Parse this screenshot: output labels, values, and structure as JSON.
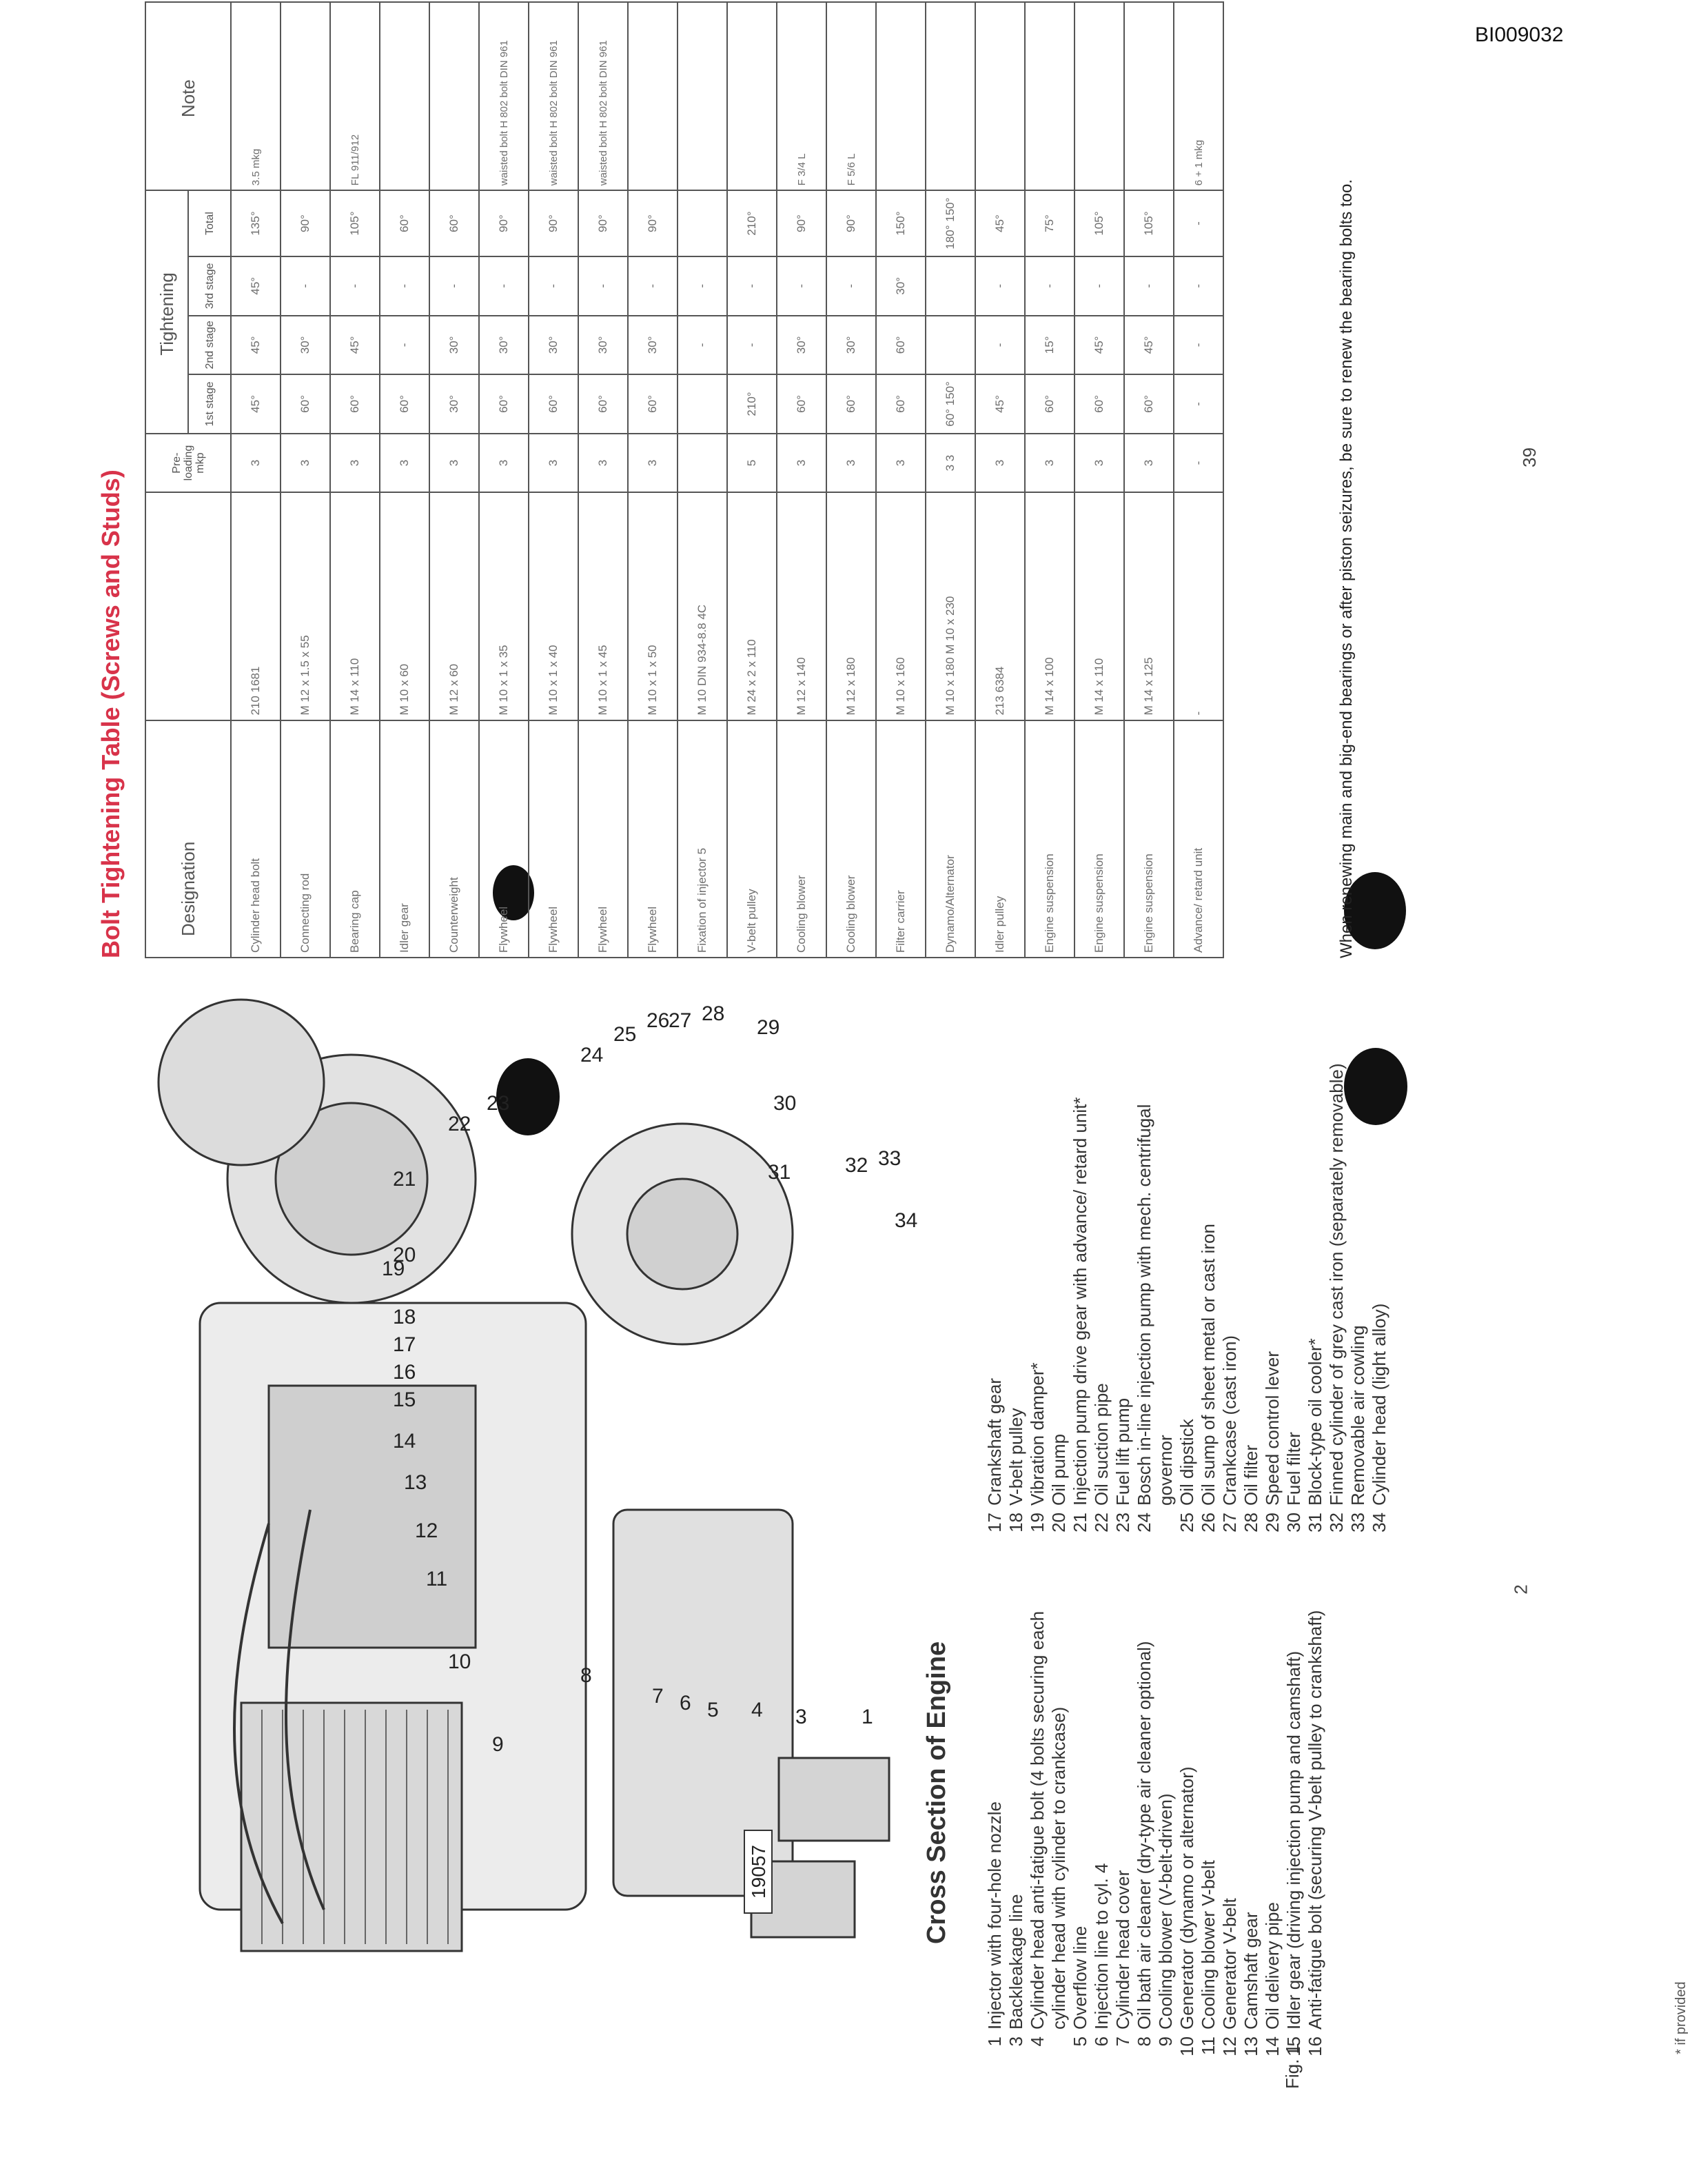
{
  "doc_id": "BI009032",
  "page_numbers": {
    "left": "2",
    "right": "39"
  },
  "table": {
    "title": "Bolt Tightening Table (Screws and Studs)",
    "headers": {
      "designation": "Designation",
      "preloading": "Pre-loading mkp",
      "tightening": "Tightening",
      "stage1": "1st stage",
      "stage2": "2nd stage",
      "stage3": "3rd stage",
      "total": "Total",
      "note": "Note"
    },
    "rows": [
      {
        "designation": "Cylinder head bolt",
        "size": "210 1681",
        "pre": "3",
        "s1": "45°",
        "s2": "45°",
        "s3": "45°",
        "total": "135°",
        "note": "3.5 mkg"
      },
      {
        "designation": "Connecting rod",
        "size": "M 12 x 1.5 x 55",
        "pre": "3",
        "s1": "60°",
        "s2": "30°",
        "s3": "-",
        "total": "90°",
        "note": ""
      },
      {
        "designation": "Bearing cap",
        "size": "M 14 x 110",
        "pre": "3",
        "s1": "60°",
        "s2": "45°",
        "s3": "-",
        "total": "105°",
        "note": "FL 911/912"
      },
      {
        "designation": "Idler gear",
        "size": "M 10 x 60",
        "pre": "3",
        "s1": "60°",
        "s2": "-",
        "s3": "-",
        "total": "60°",
        "note": ""
      },
      {
        "designation": "Counterweight",
        "size": "M 12 x 60",
        "pre": "3",
        "s1": "30°",
        "s2": "30°",
        "s3": "-",
        "total": "60°",
        "note": ""
      },
      {
        "designation": "Flywheel",
        "size": "M 10 x 1 x 35",
        "pre": "3",
        "s1": "60°",
        "s2": "30°",
        "s3": "-",
        "total": "90°",
        "note": "waisted bolt H 802 bolt DIN 961"
      },
      {
        "designation": "Flywheel",
        "size": "M 10 x 1 x 40",
        "pre": "3",
        "s1": "60°",
        "s2": "30°",
        "s3": "-",
        "total": "90°",
        "note": "waisted bolt H 802 bolt DIN 961"
      },
      {
        "designation": "Flywheel",
        "size": "M 10 x 1 x 45",
        "pre": "3",
        "s1": "60°",
        "s2": "30°",
        "s3": "-",
        "total": "90°",
        "note": "waisted bolt H 802 bolt DIN 961"
      },
      {
        "designation": "Flywheel",
        "size": "M 10 x 1 x 50",
        "pre": "3",
        "s1": "60°",
        "s2": "30°",
        "s3": "-",
        "total": "90°",
        "note": ""
      },
      {
        "designation": "Fixation of injector 5",
        "size": "M 10 DIN 934-8.8 4C",
        "pre": "",
        "s1": "",
        "s2": "-",
        "s3": "-",
        "total": "",
        "note": ""
      },
      {
        "designation": "V-belt pulley",
        "size": "M 24 x 2 x 110",
        "pre": "5",
        "s1": "210°",
        "s2": "-",
        "s3": "-",
        "total": "210°",
        "note": ""
      },
      {
        "designation": "Cooling blower",
        "size": "M 12 x 140",
        "pre": "3",
        "s1": "60°",
        "s2": "30°",
        "s3": "-",
        "total": "90°",
        "note": "F 3/4 L"
      },
      {
        "designation": "Cooling blower",
        "size": "M 12 x 180",
        "pre": "3",
        "s1": "60°",
        "s2": "30°",
        "s3": "-",
        "total": "90°",
        "note": "F 5/6 L"
      },
      {
        "designation": "Filter carrier",
        "size": "M 10 x 160",
        "pre": "3",
        "s1": "60°",
        "s2": "60°",
        "s3": "30°",
        "total": "150°",
        "note": ""
      },
      {
        "designation": "Dynamo/Alternator",
        "size": "M 10 x 180 M 10 x 230",
        "pre": "3 3",
        "s1": "60° 150°",
        "s2": "",
        "s3": "",
        "total": "180° 150°",
        "note": ""
      },
      {
        "designation": "Idler pulley",
        "size": "213 6384",
        "pre": "3",
        "s1": "45°",
        "s2": "-",
        "s3": "-",
        "total": "45°",
        "note": ""
      },
      {
        "designation": "Engine suspension",
        "size": "M 14 x 100",
        "pre": "3",
        "s1": "60°",
        "s2": "15°",
        "s3": "-",
        "total": "75°",
        "note": ""
      },
      {
        "designation": "Engine suspension",
        "size": "M 14 x 110",
        "pre": "3",
        "s1": "60°",
        "s2": "45°",
        "s3": "-",
        "total": "105°",
        "note": ""
      },
      {
        "designation": "Engine suspension",
        "size": "M 14 x 125",
        "pre": "3",
        "s1": "60°",
        "s2": "45°",
        "s3": "-",
        "total": "105°",
        "note": ""
      },
      {
        "designation": "Advance/ retard unit",
        "size": "-",
        "pre": "-",
        "s1": "-",
        "s2": "-",
        "s3": "-",
        "total": "-",
        "note": "6 + 1 mkg"
      }
    ],
    "footnote": "When renewing main and big-end bearings or after piston seizures, be sure to renew the bearing bolts too."
  },
  "figure": {
    "label": "Fig. 1",
    "image_id": "19057",
    "callouts": [
      "1",
      "3",
      "4",
      "5",
      "6",
      "7",
      "8",
      "9",
      "10",
      "11",
      "12",
      "13",
      "14",
      "15",
      "16",
      "17",
      "18",
      "19",
      "20",
      "21",
      "22",
      "23",
      "24",
      "25",
      "26",
      "27",
      "28",
      "29",
      "30",
      "31",
      "32",
      "33",
      "34"
    ]
  },
  "legend": {
    "title": "Cross Section of Engine",
    "left": [
      {
        "n": "1",
        "t": "Injector with four-hole nozzle"
      },
      {
        "n": "3",
        "t": "Backleakage line"
      },
      {
        "n": "4",
        "t": "Cylinder head anti-fatigue bolt (4 bolts securing each cylinder head with cylinder to crankcase)"
      },
      {
        "n": "5",
        "t": "Overflow line"
      },
      {
        "n": "6",
        "t": "Injection line to cyl. 4"
      },
      {
        "n": "7",
        "t": "Cylinder head cover"
      },
      {
        "n": "8",
        "t": "Oil bath air cleaner (dry-type air cleaner optional)"
      },
      {
        "n": "9",
        "t": "Cooling blower (V-belt-driven)"
      },
      {
        "n": "10",
        "t": "Generator (dynamo or alternator)"
      },
      {
        "n": "11",
        "t": "Cooling blower V-belt"
      },
      {
        "n": "12",
        "t": "Generator V-belt"
      },
      {
        "n": "13",
        "t": "Camshaft gear"
      },
      {
        "n": "14",
        "t": "Oil delivery pipe"
      },
      {
        "n": "15",
        "t": "Idler gear (driving injection pump and camshaft)"
      },
      {
        "n": "16",
        "t": "Anti-fatigue bolt (securing V-belt pulley to crankshaft)"
      }
    ],
    "right": [
      {
        "n": "17",
        "t": "Crankshaft gear"
      },
      {
        "n": "18",
        "t": "V-belt pulley"
      },
      {
        "n": "19",
        "t": "Vibration damper*"
      },
      {
        "n": "20",
        "t": "Oil pump"
      },
      {
        "n": "21",
        "t": "Injection pump drive gear with advance/ retard unit*"
      },
      {
        "n": "22",
        "t": "Oil suction pipe"
      },
      {
        "n": "23",
        "t": "Fuel lift pump"
      },
      {
        "n": "24",
        "t": "Bosch in-line injection pump with mech. centrifugal governor"
      },
      {
        "n": "25",
        "t": "Oil dipstick"
      },
      {
        "n": "26",
        "t": "Oil sump of sheet metal or cast iron"
      },
      {
        "n": "27",
        "t": "Crankcase (cast iron)"
      },
      {
        "n": "28",
        "t": "Oil filter"
      },
      {
        "n": "29",
        "t": "Speed control lever"
      },
      {
        "n": "30",
        "t": "Fuel filter"
      },
      {
        "n": "31",
        "t": "Block-type oil cooler*"
      },
      {
        "n": "32",
        "t": "Finned cylinder of grey cast iron (separately removable)"
      },
      {
        "n": "33",
        "t": "Removable air cowling"
      },
      {
        "n": "34",
        "t": "Cylinder head (light alloy)"
      }
    ],
    "if_provided": "* if provided"
  }
}
